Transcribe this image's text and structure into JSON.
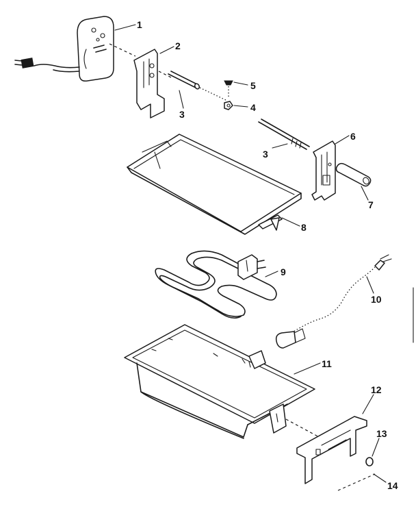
{
  "callouts": [
    {
      "id": "1",
      "text": "1"
    },
    {
      "id": "2",
      "text": "2"
    },
    {
      "id": "3a",
      "text": "3"
    },
    {
      "id": "3b",
      "text": "3"
    },
    {
      "id": "4",
      "text": "4"
    },
    {
      "id": "5",
      "text": "5"
    },
    {
      "id": "6",
      "text": "6"
    },
    {
      "id": "7",
      "text": "7"
    },
    {
      "id": "8",
      "text": "8"
    },
    {
      "id": "9",
      "text": "9"
    },
    {
      "id": "10",
      "text": "10"
    },
    {
      "id": "11",
      "text": "11"
    },
    {
      "id": "12",
      "text": "12"
    },
    {
      "id": "13",
      "text": "13"
    },
    {
      "id": "14",
      "text": "14"
    }
  ],
  "colors": {
    "ink": "#1a1a1a",
    "paper": "#ffffff"
  }
}
